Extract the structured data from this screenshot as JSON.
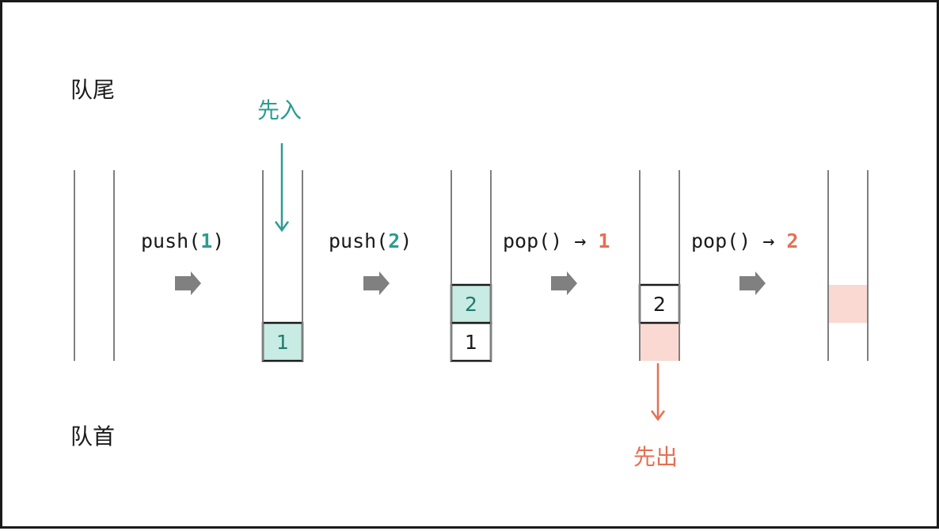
{
  "labels": {
    "tail": "队尾",
    "head": "队首",
    "first_in": "先入",
    "first_out": "先出"
  },
  "operations": [
    {
      "name": "push(",
      "arg": "1",
      "close": ")",
      "arg_color": "#2a9d8f"
    },
    {
      "name": "push(",
      "arg": "2",
      "close": ")",
      "arg_color": "#2a9d8f"
    },
    {
      "name": "pop() → ",
      "arg": "1",
      "close": "",
      "arg_color": "#e76f51"
    },
    {
      "name": "pop() → ",
      "arg": "2",
      "close": "",
      "arg_color": "#e76f51"
    }
  ],
  "states": [
    {
      "cells": []
    },
    {
      "cells": [
        {
          "value": "1",
          "style": "new"
        }
      ]
    },
    {
      "cells": [
        {
          "value": "1",
          "style": "plain"
        },
        {
          "value": "2",
          "style": "new"
        }
      ]
    },
    {
      "cells": [
        {
          "value": "",
          "style": "removed"
        },
        {
          "value": "2",
          "style": "plain"
        }
      ]
    },
    {
      "cells": [
        {
          "value": "",
          "style": "empty"
        },
        {
          "value": "",
          "style": "removed"
        }
      ]
    }
  ],
  "colors": {
    "green": "#2a9d8f",
    "green_fill": "#c8ebe3",
    "red": "#e76f51",
    "red_fill": "#f9d9d2",
    "wall": "#7f7f7f",
    "arrow": "#808080"
  }
}
